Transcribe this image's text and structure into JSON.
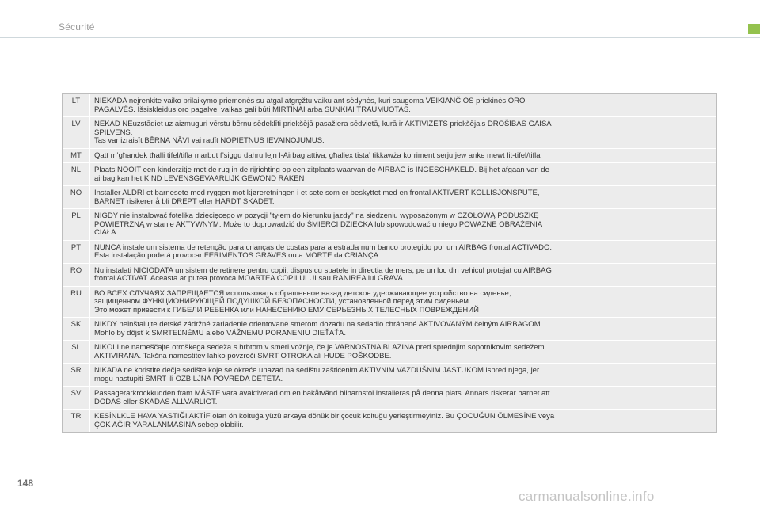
{
  "header": {
    "section_title": "Sécurité",
    "accent_color": "#94c24e"
  },
  "warnings": [
    {
      "code": "LT",
      "text": "NIEKADA neįrenkite vaiko prilaikymo priemonės su atgal atgręžtu vaiku ant sėdynės, kuri saugoma VEIKIANČIOS priekinės ORO\nPAGALVĖS. Išsiskleidus oro pagalvei vaikas gali būti MIRTINAI arba SUNKIAI TRAUMUOTAS."
    },
    {
      "code": "LV",
      "text": "NEKAD NEuzstādiet uz aizmuguri vērstu bērnu sēdeklīti priekšējā pasažiera sēdvietā, kurā ir AKTIVIZĒTS priekšējais DROŠĪBAS GAISA\nSPILVENS.\nTas var izraisīt BĒRNA NĀVI vai radīt NOPIETNUS IEVAINOJUMUS."
    },
    {
      "code": "MT",
      "text": "Qatt m’għandek tħalli tifel/tifla marbut f’siggu dahru lejn l-Airbag attiva, għaliex tista’ tikkawża korriment serju jew anke mewt lit-tifel/tifla"
    },
    {
      "code": "NL",
      "text": "Plaats NOOIT een kinderzitje met de rug in de rijrichting op een zitplaats waarvan de AIRBAG is INGESCHAKELD. Bij het afgaan van de\nairbag kan het KIND LEVENSGEVAARLIJK GEWOND RAKEN"
    },
    {
      "code": "NO",
      "text": "Installer ALDRI et barnesete med ryggen mot kjøreretningen i et sete som er beskyttet med en frontal AKTIVERT KOLLISJONSPUTE,\nBARNET risikerer å bli DREPT eller HARDT SKADET."
    },
    {
      "code": "PL",
      "text": "NIGDY nie instalować fotelika dziecięcego w pozycji \"tyłem do kierunku jazdy\" na siedzeniu wyposażonym w CZOŁOWĄ PODUSZKĘ\nPOWIETRZNĄ w stanie AKTYWNYM. Może to doprowadzić do ŚMIERCI DZIECKA lub spowodować u niego POWAŻNE OBRAŻENIA\nCIAŁA."
    },
    {
      "code": "PT",
      "text": "NUNCA instale um sistema de retenção para crianças de costas para a estrada num banco protegido por um AIRBAG frontal ACTIVADO.\nEsta instalação poderá provocar FERIMENTOS GRAVES ou a MORTE da CRIANÇA."
    },
    {
      "code": "RO",
      "text": "Nu instalati NICIODATA un sistem de retinere pentru copii, dispus cu spatele in directia de mers, pe un loc din vehicul protejat cu AIRBAG\nfrontal ACTIVAT. Aceasta ar putea provoca MOARTEA COPILULUI sau RANIREA lui GRAVA."
    },
    {
      "code": "RU",
      "text": "ВО ВСЕХ СЛУЧАЯХ ЗАПРЕЩАЕТСЯ использовать обращенное назад детское удерживающее устройство на сиденье,\nзащищенном ФУНКЦИОНИРУЮЩЕЙ ПОДУШКОЙ БЕЗОПАСНОСТИ, установленной перед этим сиденьем.\nЭто может привести к ГИБЕЛИ РЕБЕНКА или НАНЕСЕНИЮ ЕМУ СЕРЬЕЗНЫХ ТЕЛЕСНЫХ ПОВРЕЖДЕНИЙ"
    },
    {
      "code": "SK",
      "text": "NIKDY neinštalujte detské zádržné zariadenie orientované smerom dozadu na sedadlo chránené AKTIVOVANÝM čelným AIRBAGOM.\nMohlo by dôjsť k SMRTEĽNÉMU alebo VÁŽNEMU PORANENIU DIEŤAŤA."
    },
    {
      "code": "SL",
      "text": "NIKOLI ne nameščajte otroškega sedeža s hrbtom v smeri vožnje, če je VARNOSTNA BLAZINA pred sprednjim sopotnikovim sedežem\nAKTIVIRANA. Takšna namestitev lahko povzroči SMRT OTROKA ali HUDE POŠKODBE."
    },
    {
      "code": "SR",
      "text": "NIKADA ne koristite dečje sedište koje se okreće unazad na sedištu zaštićenim AKTIVNIM VAZDUŠNIM JASTUKOM ispred njega, jer\nmogu nastupiti SMRT ili OZBILJNA POVREDA DETETA."
    },
    {
      "code": "SV",
      "text": "Passagerarkrockkudden fram MÅSTE vara avaktiverad om en bakåtvänd bilbarnstol installeras på denna plats. Annars riskerar barnet att\nDÖDAS eller SKADAS ALLVARLIGT."
    },
    {
      "code": "TR",
      "text": "KESİNLKLE HAVA YASTIĞI AKTİF olan ön koltuğa yüzü arkaya dönük bir çocuk koltuğu yerleştirmeyiniz. Bu ÇOCUĞUN ÖLMESİNE veya\nÇOK AĞIR YARALANMASINA sebep olabilir."
    }
  ],
  "footer": {
    "page_number": "148",
    "watermark": "carmanualsonline.info"
  }
}
